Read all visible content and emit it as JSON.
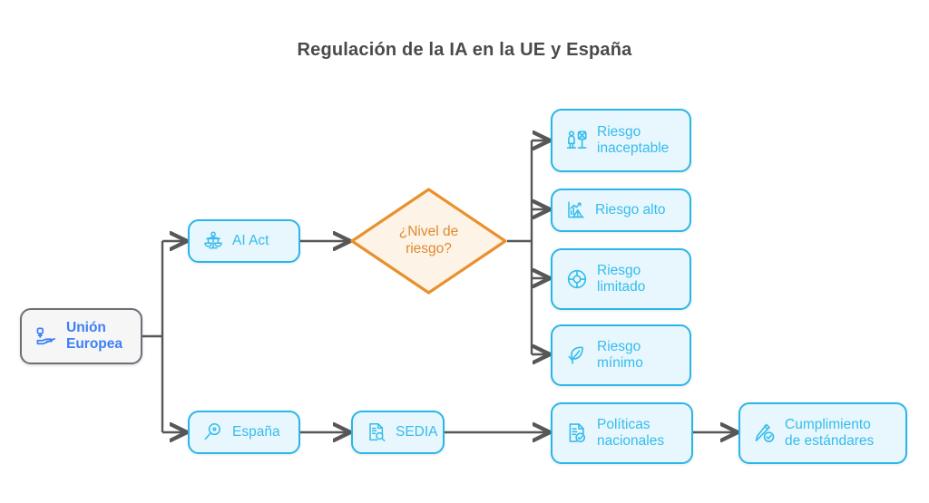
{
  "diagram": {
    "title": "Regulación de la IA en la UE y España",
    "type": "flowchart",
    "colors": {
      "title_text": "#4a4a4a",
      "node_fill": "#e8f7fd",
      "node_border": "#29b6e8",
      "node_text": "#35bced",
      "root_fill": "#f6f6f6",
      "root_border": "#6b6f76",
      "root_text": "#3d7ff5",
      "decision_fill": "#fdf3e7",
      "decision_border": "#e8912d",
      "decision_text": "#e08a2e",
      "connector": "#575757",
      "background": "#ffffff"
    },
    "nodes": {
      "root": {
        "label": "Unión\nEuropea",
        "icon": "hand-hold-icon",
        "shape": "rounded-rect"
      },
      "ai_act": {
        "label": "AI Act",
        "icon": "scales-justice-icon",
        "shape": "rounded-rect"
      },
      "decision": {
        "label": "¿Nivel de\nriesgo?",
        "shape": "diamond"
      },
      "risk_unacceptable": {
        "label": "Riesgo\ninaceptable",
        "icon": "person-prohibited-icon",
        "shape": "rounded-rect"
      },
      "risk_high": {
        "label": "Riesgo alto",
        "icon": "chart-warning-icon",
        "shape": "rounded-rect"
      },
      "risk_limited": {
        "label": "Riesgo\nlimitado",
        "icon": "lifebuoy-icon",
        "shape": "rounded-rect"
      },
      "risk_minimal": {
        "label": "Riesgo\nmínimo",
        "icon": "leaf-check-icon",
        "shape": "rounded-rect"
      },
      "spain": {
        "label": "España",
        "icon": "magnifier-icon",
        "shape": "rounded-rect"
      },
      "sedia": {
        "label": "SEDIA",
        "icon": "document-search-icon",
        "shape": "rounded-rect"
      },
      "national_policies": {
        "label": "Políticas\nnacionales",
        "icon": "document-check-icon",
        "shape": "rounded-rect"
      },
      "standards": {
        "label": "Cumplimiento\nde estándares",
        "icon": "pen-check-icon",
        "shape": "rounded-rect"
      }
    },
    "edges": [
      {
        "from": "root",
        "to": "ai_act"
      },
      {
        "from": "root",
        "to": "spain"
      },
      {
        "from": "ai_act",
        "to": "decision"
      },
      {
        "from": "decision",
        "to": "risk_unacceptable"
      },
      {
        "from": "decision",
        "to": "risk_high"
      },
      {
        "from": "decision",
        "to": "risk_limited"
      },
      {
        "from": "decision",
        "to": "risk_minimal"
      },
      {
        "from": "spain",
        "to": "sedia"
      },
      {
        "from": "sedia",
        "to": "national_policies"
      },
      {
        "from": "national_policies",
        "to": "standards"
      }
    ]
  }
}
